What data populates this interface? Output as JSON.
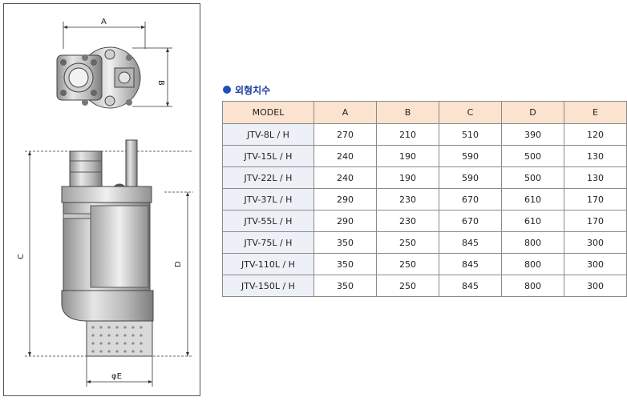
{
  "drawing": {
    "dim_labels": {
      "a": "A",
      "b": "B",
      "c": "C",
      "d": "D",
      "e": "φE"
    }
  },
  "section": {
    "title": "외형치수"
  },
  "table": {
    "headers": [
      "MODEL",
      "A",
      "B",
      "C",
      "D",
      "E"
    ],
    "rows": [
      [
        "JTV-8L / H",
        "270",
        "210",
        "510",
        "390",
        "120"
      ],
      [
        "JTV-15L / H",
        "240",
        "190",
        "590",
        "500",
        "130"
      ],
      [
        "JTV-22L / H",
        "240",
        "190",
        "590",
        "500",
        "130"
      ],
      [
        "JTV-37L / H",
        "290",
        "230",
        "670",
        "610",
        "170"
      ],
      [
        "JTV-55L / H",
        "290",
        "230",
        "670",
        "610",
        "170"
      ],
      [
        "JTV-75L / H",
        "350",
        "250",
        "845",
        "800",
        "300"
      ],
      [
        "JTV-110L / H",
        "350",
        "250",
        "845",
        "800",
        "300"
      ],
      [
        "JTV-150L / H",
        "350",
        "250",
        "845",
        "800",
        "300"
      ]
    ]
  }
}
